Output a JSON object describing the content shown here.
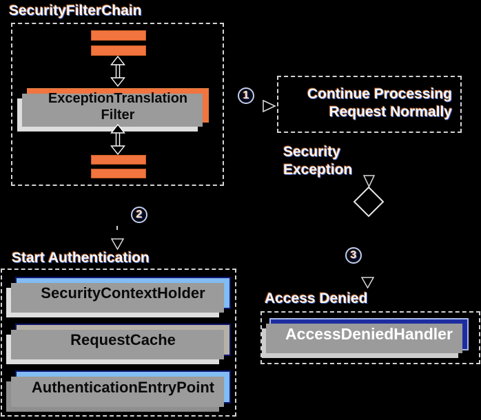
{
  "diagram": {
    "title": "SecurityFilterChain",
    "filter_box": {
      "line1": "ExceptionTranslation",
      "line2": "Filter"
    },
    "badges": {
      "one": "1",
      "two": "2",
      "three": "3"
    },
    "continue_box": {
      "line1": "Continue Processing",
      "line2": "Request Normally"
    },
    "security_exception": {
      "line1": "Security",
      "line2": "Exception"
    },
    "start_auth": {
      "label": "Start Authentication",
      "items": [
        {
          "label": "SecurityContextHolder"
        },
        {
          "label": "RequestCache"
        },
        {
          "label": "AuthenticationEntryPoint"
        }
      ]
    },
    "access_denied": {
      "label": "Access Denied",
      "handler_label": "AccessDeniedHandler"
    },
    "colors": {
      "background": "#000000",
      "filter_orange": "#f2743e",
      "component_light_blue": "#82bcf2",
      "request_cache_tan": "#b7b2a7",
      "handler_navy": "#1d2da1",
      "component_border_navy": "#0d1570",
      "handler_border_blue": "#a9b9e9",
      "shadow_gray": "#9b9b9b",
      "shadow_light": "#dedede",
      "dashed_border": "#d4d4d4",
      "label_white": "#f6f6f6"
    }
  }
}
